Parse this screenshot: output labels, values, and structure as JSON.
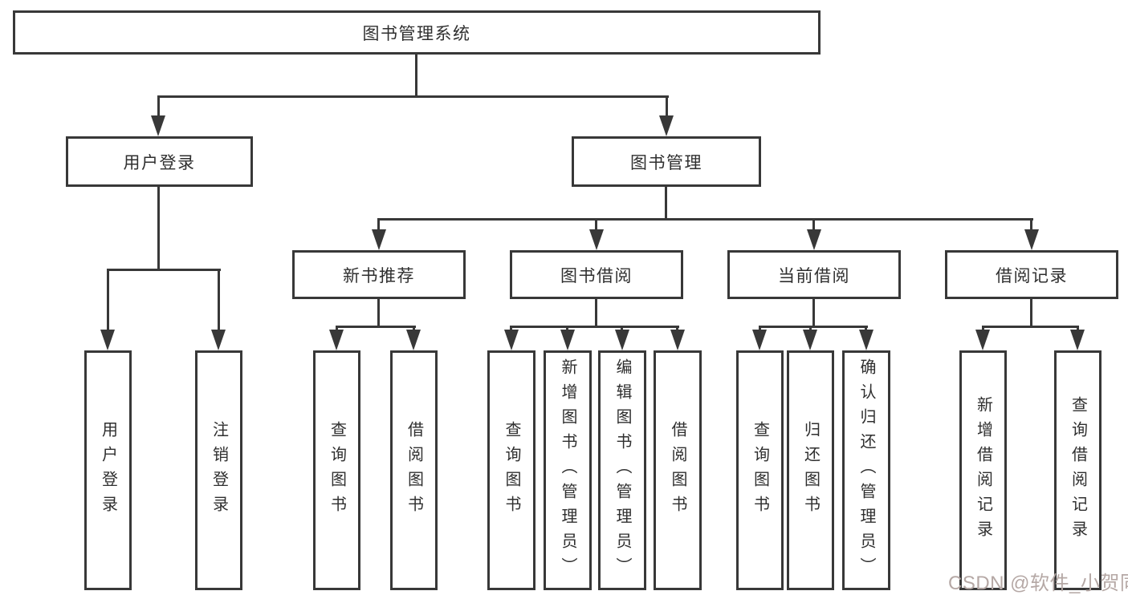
{
  "tree": {
    "label": "图书管理系统",
    "children": [
      {
        "label": "用户登录",
        "children": [
          {
            "label": "用户登录"
          },
          {
            "label": "注销登录"
          }
        ]
      },
      {
        "label": "图书管理",
        "children": [
          {
            "label": "新书推荐",
            "children": [
              {
                "label": "查询图书"
              },
              {
                "label": "借阅图书"
              }
            ]
          },
          {
            "label": "图书借阅",
            "children": [
              {
                "label": "查询图书"
              },
              {
                "label": "新增图书（管理员）"
              },
              {
                "label": "编辑图书（管理员）"
              },
              {
                "label": "借阅图书"
              }
            ]
          },
          {
            "label": "当前借阅",
            "children": [
              {
                "label": "查询图书"
              },
              {
                "label": "归还图书"
              },
              {
                "label": "确认归还（管理员）"
              }
            ]
          },
          {
            "label": "借阅记录",
            "children": [
              {
                "label": "新增借阅记录"
              },
              {
                "label": "查询借阅记录"
              }
            ]
          }
        ]
      }
    ]
  },
  "watermark": {
    "text": "CSDN @软件_小贺同学"
  },
  "colors": {
    "line": "#383838",
    "text": "#2f2f2f",
    "background": "#ffffff",
    "watermark": "#b5a8a5"
  }
}
